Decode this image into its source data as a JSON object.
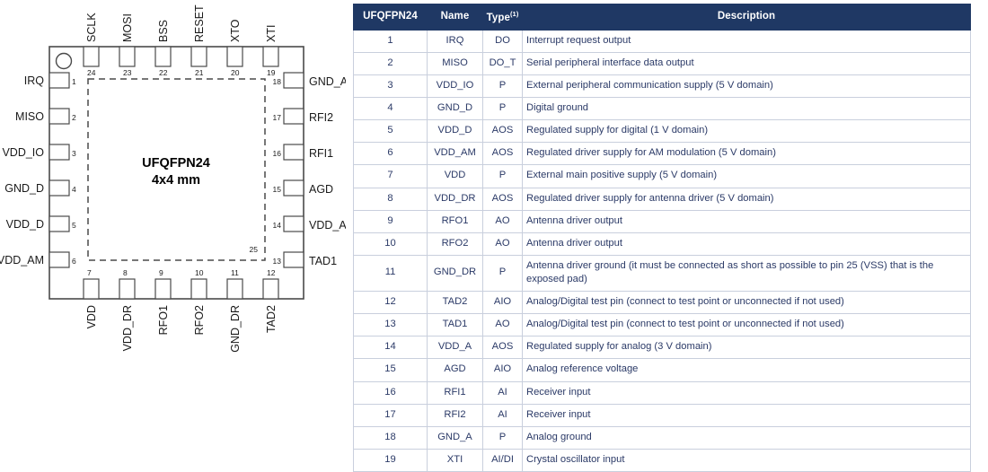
{
  "diagram": {
    "package_label_line1": "UFQFPN24",
    "package_label_line2": "4x4 mm",
    "exposed_pad_number": "25",
    "pin1_marker": "pin1-dot-icon",
    "top_pins": [
      {
        "num": "24",
        "name": "SCLK"
      },
      {
        "num": "23",
        "name": "MOSI"
      },
      {
        "num": "22",
        "name": "BSS"
      },
      {
        "num": "21",
        "name": "RESET"
      },
      {
        "num": "20",
        "name": "XTO"
      },
      {
        "num": "19",
        "name": "XTI"
      }
    ],
    "left_pins": [
      {
        "num": "1",
        "name": "IRQ"
      },
      {
        "num": "2",
        "name": "MISO"
      },
      {
        "num": "3",
        "name": "VDD_IO"
      },
      {
        "num": "4",
        "name": "GND_D"
      },
      {
        "num": "5",
        "name": "VDD_D"
      },
      {
        "num": "6",
        "name": "VDD_AM"
      }
    ],
    "right_pins": [
      {
        "num": "18",
        "name": "GND_A"
      },
      {
        "num": "17",
        "name": "RFI2"
      },
      {
        "num": "16",
        "name": "RFI1"
      },
      {
        "num": "15",
        "name": "AGD"
      },
      {
        "num": "14",
        "name": "VDD_A"
      },
      {
        "num": "13",
        "name": "TAD1"
      }
    ],
    "bottom_pins": [
      {
        "num": "7",
        "name": "VDD"
      },
      {
        "num": "8",
        "name": "VDD_DR"
      },
      {
        "num": "9",
        "name": "RFO1"
      },
      {
        "num": "10",
        "name": "RFO2"
      },
      {
        "num": "11",
        "name": "GND_DR"
      },
      {
        "num": "12",
        "name": "TAD2"
      }
    ]
  },
  "colors": {
    "header_bg": "#1F3864",
    "header_text": "#FFFFFF",
    "cell_text": "#2B3A67",
    "grid_line": "#C9CFDD",
    "diagram_stroke": "#4A4A4A"
  },
  "table": {
    "headers": {
      "pin": "UFQFPN24",
      "name": "Name",
      "type": "Type",
      "type_note": "(1)",
      "description": "Description"
    },
    "rows": [
      {
        "pin": "1",
        "name": "IRQ",
        "type": "DO",
        "description": "Interrupt request output"
      },
      {
        "pin": "2",
        "name": "MISO",
        "type": "DO_T",
        "description": "Serial peripheral interface data output"
      },
      {
        "pin": "3",
        "name": "VDD_IO",
        "type": "P",
        "description": "External peripheral communication supply (5 V domain)"
      },
      {
        "pin": "4",
        "name": "GND_D",
        "type": "P",
        "description": "Digital ground"
      },
      {
        "pin": "5",
        "name": "VDD_D",
        "type": "AOS",
        "description": "Regulated supply for digital (1 V domain)"
      },
      {
        "pin": "6",
        "name": "VDD_AM",
        "type": "AOS",
        "description": "Regulated driver supply for AM modulation (5 V domain)"
      },
      {
        "pin": "7",
        "name": "VDD",
        "type": "P",
        "description": "External main positive supply (5 V domain)"
      },
      {
        "pin": "8",
        "name": "VDD_DR",
        "type": "AOS",
        "description": "Regulated driver supply for antenna driver (5 V domain)"
      },
      {
        "pin": "9",
        "name": "RFO1",
        "type": "AO",
        "description": "Antenna driver output"
      },
      {
        "pin": "10",
        "name": "RFO2",
        "type": "AO",
        "description": "Antenna driver output"
      },
      {
        "pin": "11",
        "name": "GND_DR",
        "type": "P",
        "description": "Antenna driver ground (it must be connected as short as possible to pin 25 (VSS) that is the exposed pad)"
      },
      {
        "pin": "12",
        "name": "TAD2",
        "type": "AIO",
        "description": "Analog/Digital test pin (connect to test point or unconnected if not used)"
      },
      {
        "pin": "13",
        "name": "TAD1",
        "type": "AO",
        "description": "Analog/Digital test pin (connect to test point or unconnected if not used)"
      },
      {
        "pin": "14",
        "name": "VDD_A",
        "type": "AOS",
        "description": "Regulated supply for analog (3 V domain)"
      },
      {
        "pin": "15",
        "name": "AGD",
        "type": "AIO",
        "description": "Analog reference voltage"
      },
      {
        "pin": "16",
        "name": "RFI1",
        "type": "AI",
        "description": "Receiver input"
      },
      {
        "pin": "17",
        "name": "RFI2",
        "type": "AI",
        "description": "Receiver input"
      },
      {
        "pin": "18",
        "name": "GND_A",
        "type": "P",
        "description": "Analog ground"
      },
      {
        "pin": "19",
        "name": "XTI",
        "type": "AI/DI",
        "description": "Crystal oscillator input"
      }
    ]
  }
}
